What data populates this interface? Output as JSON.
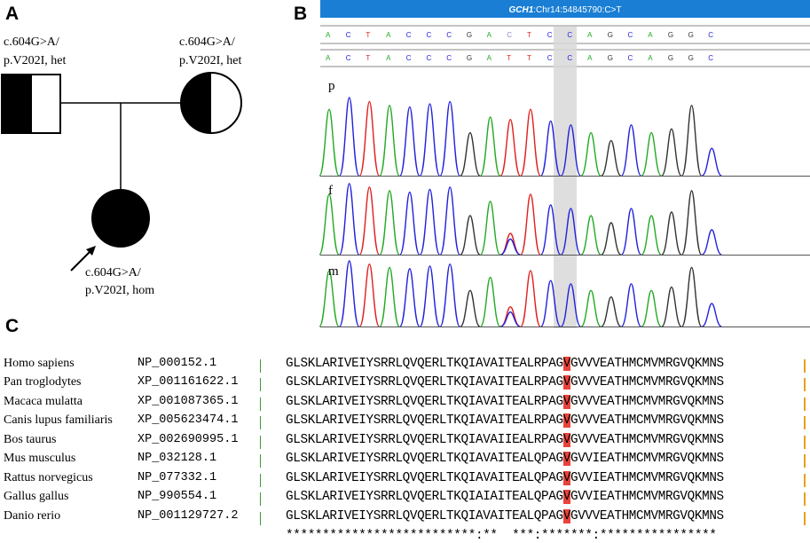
{
  "panels": {
    "a": "A",
    "b": "B",
    "c": "C"
  },
  "pedigree": {
    "father": {
      "line1": "c.604G>A/",
      "line2": "p.V202I, het"
    },
    "mother": {
      "line1": "c.604G>A/",
      "line2": "p.V202I, het"
    },
    "proband": {
      "line1": "c.604G>A/",
      "line2": "p.V202I, hom"
    }
  },
  "chromatogram": {
    "header_gene": "GCH1",
    "header_locus": ":Chr14:54845790:C>T",
    "reference_seq": [
      "A",
      "C",
      "T",
      "A",
      "C",
      "C",
      "C",
      "G",
      "A",
      "C",
      "T",
      "C",
      "C",
      "A",
      "G",
      "C",
      "A",
      "G",
      "G",
      "C"
    ],
    "sample_seq": [
      "A",
      "C",
      "T",
      "A",
      "C",
      "C",
      "C",
      "G",
      "A",
      "T",
      "T",
      "C",
      "C",
      "A",
      "G",
      "C",
      "A",
      "G",
      "G",
      "C"
    ],
    "variant_index": 9,
    "base_colors": {
      "A": "#22aa22",
      "C": "#2222dd",
      "G": "#333333",
      "T": "#e02020"
    },
    "traces": [
      {
        "label": "p",
        "genotype": "hom"
      },
      {
        "label": "f",
        "genotype": "het"
      },
      {
        "label": "m",
        "genotype": "het"
      }
    ]
  },
  "alignment": {
    "rows": [
      {
        "species": "Homo sapiens",
        "accession": "NP_000152.1",
        "pre": "GLSKLARIVEIYSRRLQVQERLTKQIAVAITEALRPAG",
        "mut": "V",
        "post": "GVVVEATHMCMVMRGVQKMNS"
      },
      {
        "species": "Pan troglodytes",
        "accession": "XP_001161622.1",
        "pre": "GLSKLARIVEIYSRRLQVQERLTKQIAVAITEALRPAG",
        "mut": "V",
        "post": "GVVVEATHMCMVMRGVQKMNS"
      },
      {
        "species": "Macaca mulatta",
        "accession": "XP_001087365.1",
        "pre": "GLSKLARIVEIYSRRLQVQERLTKQIAVAITEALRPAG",
        "mut": "V",
        "post": "GVVVEATHMCMVMRGVQKMNS"
      },
      {
        "species": "Canis lupus familiaris",
        "accession": "XP_005623474.1",
        "pre": "GLSKLARIVEIYSRRLQVQERLTKQIAVAITEALRPAG",
        "mut": "V",
        "post": "GVVVEATHMCMVMRGVQKMNS"
      },
      {
        "species": "Bos taurus",
        "accession": "XP_002690995.1",
        "pre": "GLSKLARIVEIYSRRLQVQERLTKQIAVAIIEALRPAG",
        "mut": "V",
        "post": "GVVVEATHMCMVMRGVQKMNS"
      },
      {
        "species": "Mus musculus",
        "accession": "NP_032128.1",
        "pre": "GLSKLARIVEIYSRRLQVQERLTKQIAVAITEALQPAG",
        "mut": "V",
        "post": "GVVIEATHMCMVMRGVQKMNS"
      },
      {
        "species": "Rattus norvegicus",
        "accession": "NP_077332.1",
        "pre": "GLSKLARIVEIYSRRLQVQERLTKQIAVAITEALQPAG",
        "mut": "V",
        "post": "GVVIEATHMCMVMRGVQKMNS"
      },
      {
        "species": "Gallus gallus",
        "accession": "NP_990554.1",
        "pre": "GLSKLARIVEIYSRRLQVQERLTKQIAIAITEALQPAG",
        "mut": "V",
        "post": "GVVIEATHMCMVMRGVQKMNS"
      },
      {
        "species": "Danio rerio",
        "accession": "NP_001129727.2",
        "pre": "GLSKLARIVEIYSRRLQVQERLTKQIAVAITEALQPAG",
        "mut": "V",
        "post": "GVVVEATHMCMVMRGVQKMNS"
      }
    ],
    "consensus": "**************************:**  ***:*******:****************",
    "highlight_color": "#e8433a"
  }
}
